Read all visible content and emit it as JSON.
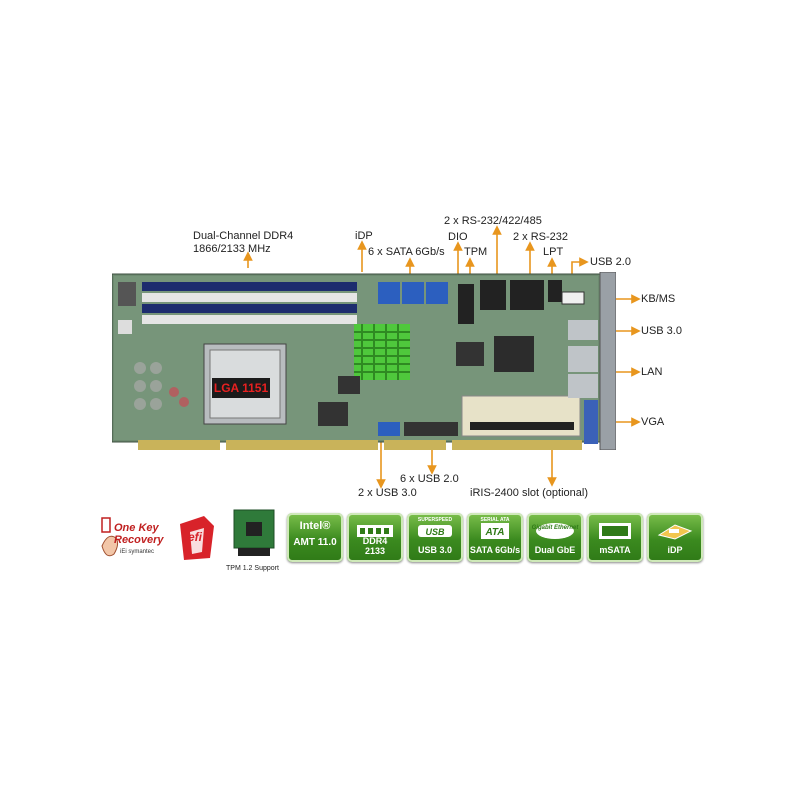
{
  "labels": {
    "ddr4_line1": "Dual-Channel DDR4",
    "ddr4_line2": "1866/2133 MHz",
    "idp": "iDP",
    "sata": "6 x SATA 6Gb/s",
    "rs232_422_485": "2 x RS-232/422/485",
    "dio": "DIO",
    "tpm": "TPM",
    "rs232": "2 x RS-232",
    "lpt": "LPT",
    "usb20_top": "USB 2.0",
    "kbms": "KB/MS",
    "usb30_right": "USB 3.0",
    "lan": "LAN",
    "vga": "VGA",
    "usb20_bottom": "6 x USB 2.0",
    "usb30_bottom": "2 x USB 3.0",
    "iris": "iRIS-2400 slot (optional)",
    "cpu_socket": "LGA 1151"
  },
  "logos": {
    "one_key_recovery_line1": "One Key",
    "one_key_recovery_line2": "Recovery",
    "one_key_recovery_brands": "iEi symantec",
    "uefi": "efi",
    "tpm_caption": "TPM 1.2 Support"
  },
  "badges": [
    {
      "line1": "Intel®",
      "line2": "AMT 11.0",
      "icon": "intel-icon"
    },
    {
      "line1": "DDR4",
      "line2": "2133",
      "icon": "memory-icon"
    },
    {
      "line1": "SUPERSPEED",
      "line2": "USB 3.0",
      "icon": "usb-icon"
    },
    {
      "line1": "SERIAL ATA",
      "line2": "SATA 6Gb/s",
      "icon": "sata-icon"
    },
    {
      "line1": "Gigabit Ethernet",
      "line2": "Dual GbE",
      "icon": "ethernet-icon"
    },
    {
      "line1": "",
      "line2": "mSATA",
      "icon": "msata-icon"
    },
    {
      "line1": "",
      "line2": "iDP",
      "icon": "idp-icon"
    }
  ],
  "colors": {
    "arrow": "#e8961e",
    "board": "#5a7a5a",
    "badge": "#3b8a1f"
  }
}
